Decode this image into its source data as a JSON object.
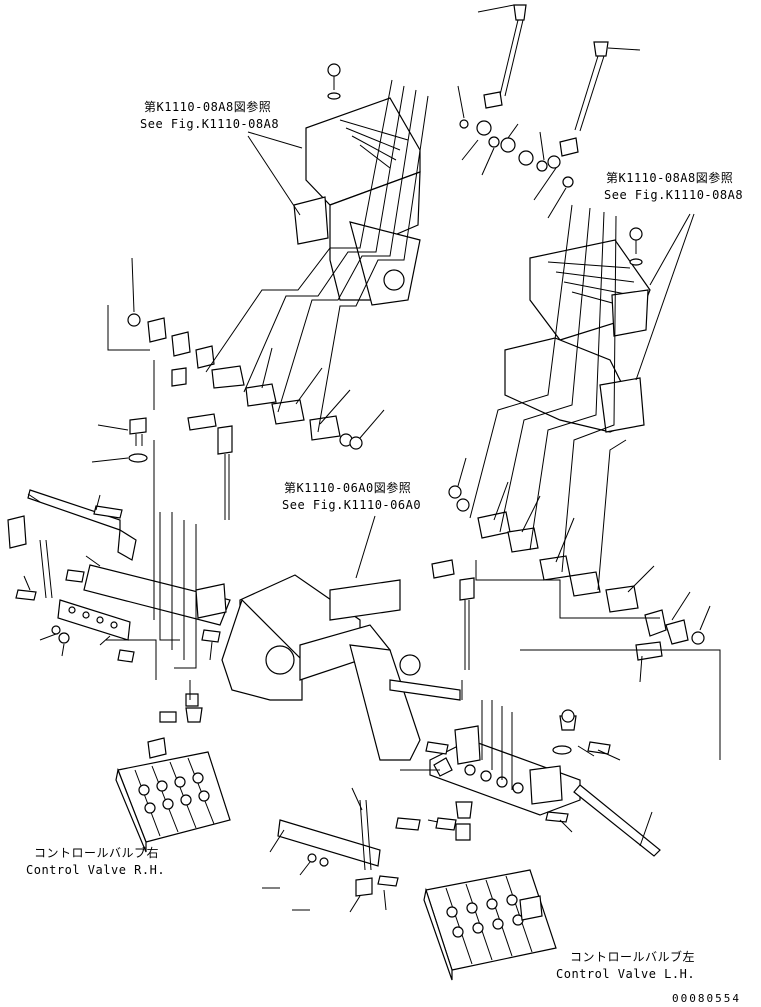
{
  "callouts": [
    {
      "id": "ref-top-left",
      "jp": "第K1110-08A8図参照",
      "en": "See Fig.K1110-08A8"
    },
    {
      "id": "ref-top-right",
      "jp": "第K1110-08A8図参照",
      "en": "See Fig.K1110-08A8"
    },
    {
      "id": "ref-center",
      "jp": "第K1110-06A0図参照",
      "en": "See Fig.K1110-06A0"
    }
  ],
  "valves": [
    {
      "id": "valve-rh",
      "jp": "コントロールバルブ右",
      "en": "Control Valve R.H."
    },
    {
      "id": "valve-lh",
      "jp": "コントロールバルブ左",
      "en": "Control Valve L.H."
    }
  ],
  "drawing_number": "00080554"
}
